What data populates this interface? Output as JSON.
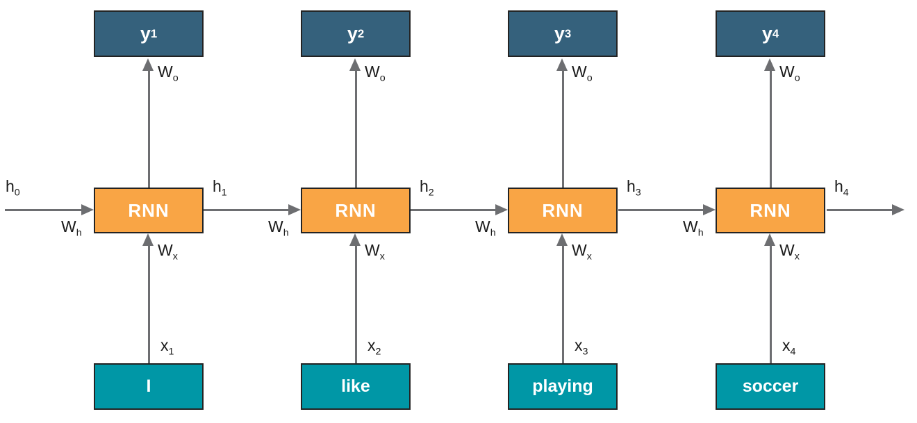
{
  "colors": {
    "output_box": "#35617c",
    "rnn_box": "#f9a545",
    "input_box": "#0097a6",
    "arrow": "#6d6e71",
    "label_text": "#1a1a1a",
    "box_text": "#ffffff",
    "box_border": "#232323",
    "background": "#ffffff"
  },
  "initial_hidden": {
    "base": "h",
    "sub": "0"
  },
  "columns": [
    {
      "output": {
        "base": "y",
        "sub": "1"
      },
      "cell_label": "RNN",
      "input_word": "I",
      "hidden_out": {
        "base": "h",
        "sub": "1"
      },
      "weight_hidden": {
        "base": "W",
        "sub": "h"
      },
      "weight_output": {
        "base": "W",
        "sub": "o"
      },
      "weight_input": {
        "base": "W",
        "sub": "x"
      },
      "input_vector": {
        "base": "x",
        "sub": "1"
      }
    },
    {
      "output": {
        "base": "y",
        "sub": "2"
      },
      "cell_label": "RNN",
      "input_word": "like",
      "hidden_out": {
        "base": "h",
        "sub": "2"
      },
      "weight_hidden": {
        "base": "W",
        "sub": "h"
      },
      "weight_output": {
        "base": "W",
        "sub": "o"
      },
      "weight_input": {
        "base": "W",
        "sub": "x"
      },
      "input_vector": {
        "base": "x",
        "sub": "2"
      }
    },
    {
      "output": {
        "base": "y",
        "sub": "3"
      },
      "cell_label": "RNN",
      "input_word": "playing",
      "hidden_out": {
        "base": "h",
        "sub": "3"
      },
      "weight_hidden": {
        "base": "W",
        "sub": "h"
      },
      "weight_output": {
        "base": "W",
        "sub": "o"
      },
      "weight_input": {
        "base": "W",
        "sub": "x"
      },
      "input_vector": {
        "base": "x",
        "sub": "3"
      }
    },
    {
      "output": {
        "base": "y",
        "sub": "4"
      },
      "cell_label": "RNN",
      "input_word": "soccer",
      "hidden_out": {
        "base": "h",
        "sub": "4"
      },
      "weight_hidden": {
        "base": "W",
        "sub": "h"
      },
      "weight_output": {
        "base": "W",
        "sub": "o"
      },
      "weight_input": {
        "base": "W",
        "sub": "x"
      },
      "input_vector": {
        "base": "x",
        "sub": "4"
      }
    }
  ]
}
